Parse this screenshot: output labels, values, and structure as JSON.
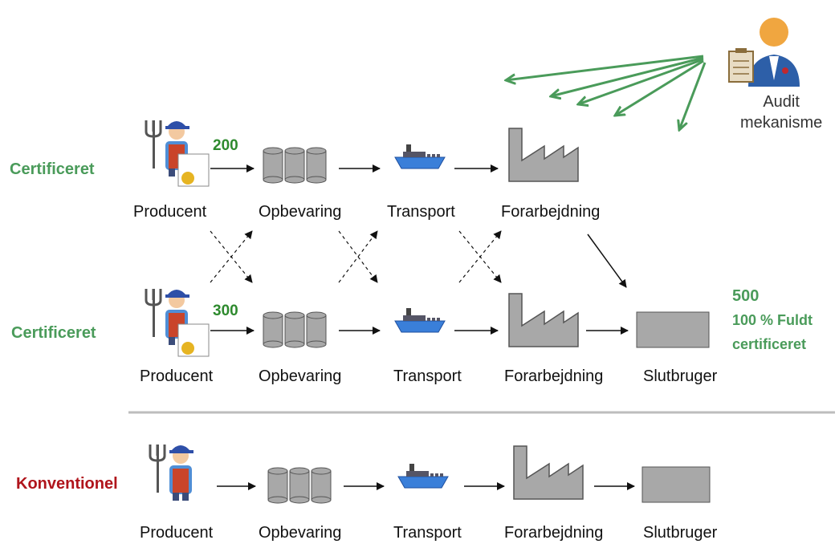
{
  "colors": {
    "certified_green": "#4a9b5a",
    "conventional_red": "#b0151c",
    "arrow_green": "#4a9b5a",
    "icon_gray": "#a8a8a8",
    "ship_blue": "#3a7fd9",
    "separator": "#bdbdbd"
  },
  "audit": {
    "line1": "Audit",
    "line2": "mekanisme",
    "icon": "auditor-icon"
  },
  "rows": {
    "top": {
      "label": "Certificeret",
      "quantity": "200",
      "steps": [
        "Producent",
        "Opbevaring",
        "Transport",
        "Forarbejdning"
      ]
    },
    "middle": {
      "label": "Certificeret",
      "quantity": "300",
      "steps": [
        "Producent",
        "Opbevaring",
        "Transport",
        "Forarbejdning",
        "Slutbruger"
      ]
    },
    "bottom": {
      "label": "Konventionel",
      "steps": [
        "Producent",
        "Opbevaring",
        "Transport",
        "Forarbejdning",
        "Slutbruger"
      ]
    }
  },
  "result": {
    "amount": "500",
    "line1": "100 % Fuldt",
    "line2": "certificeret"
  },
  "icons": [
    "farmer-icon",
    "storage-silos-icon",
    "ship-icon",
    "factory-icon",
    "end-user-box-icon"
  ]
}
